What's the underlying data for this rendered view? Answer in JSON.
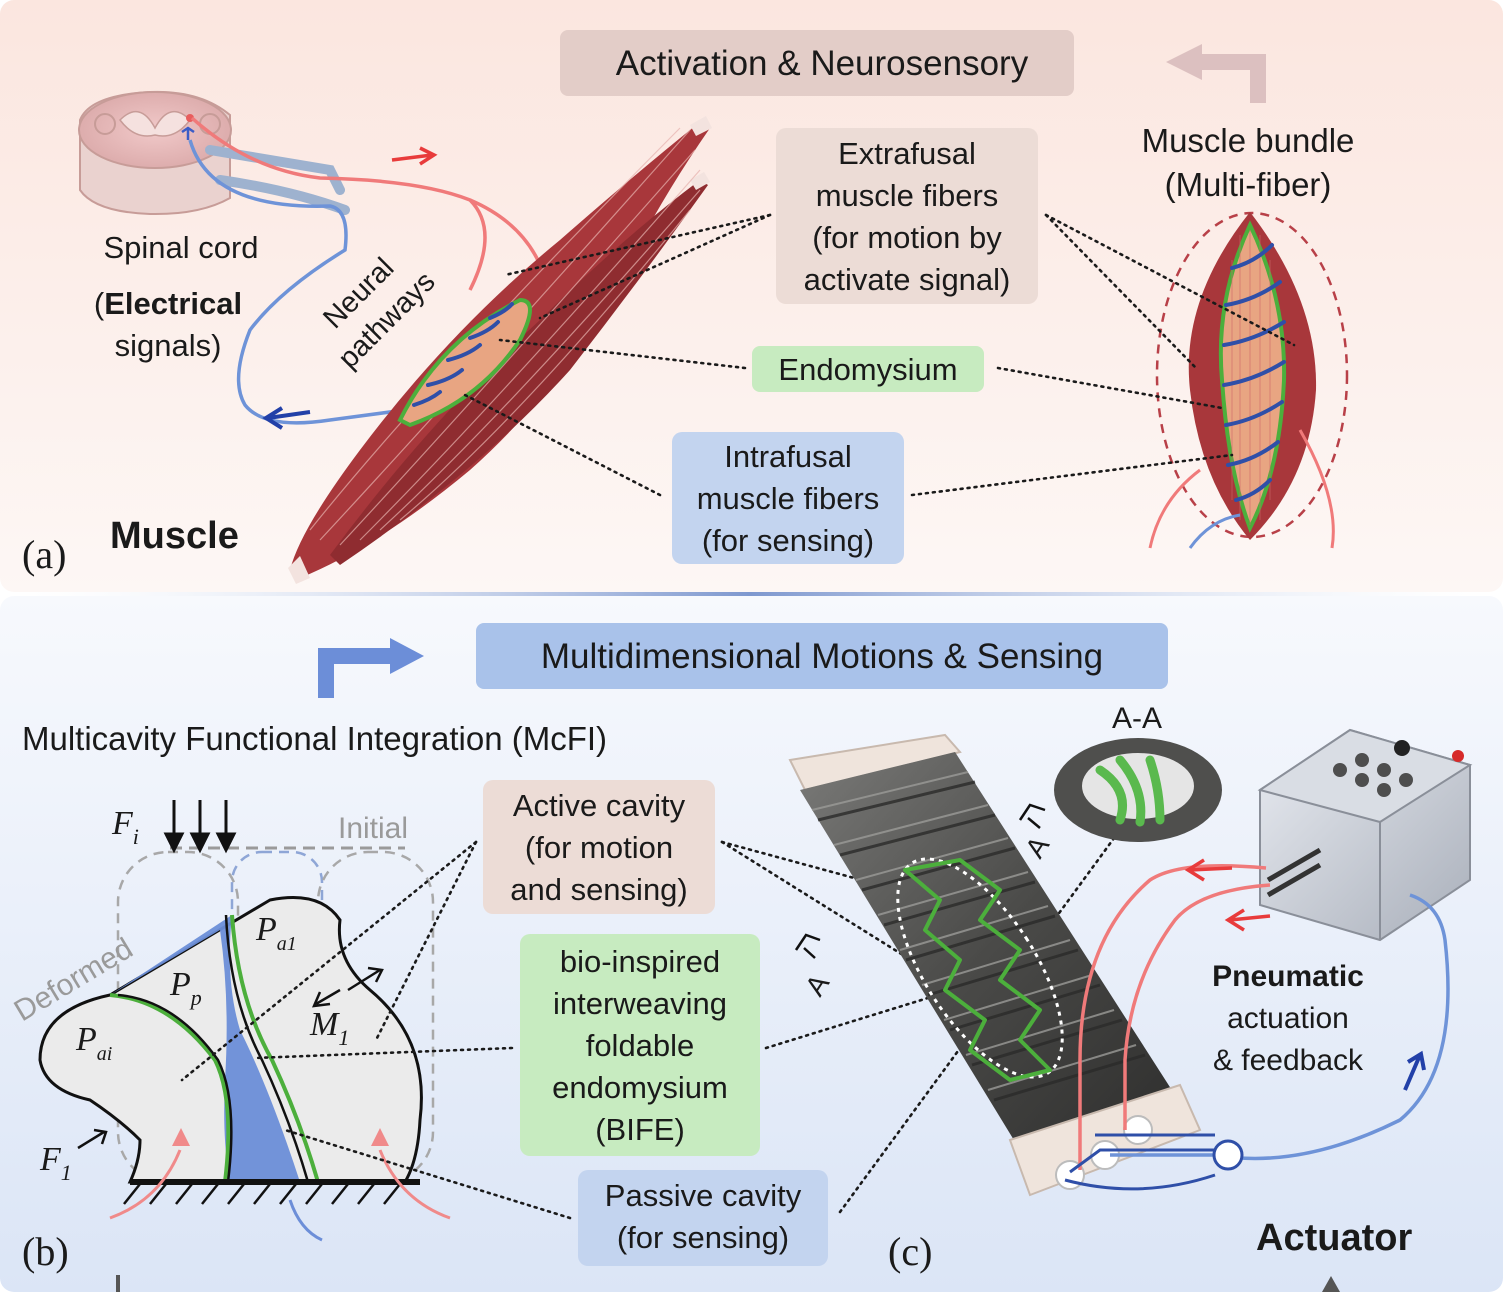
{
  "panel_a": {
    "label": "(a)",
    "title": "Muscle",
    "header": "Activation & Neurosensory",
    "spinal_cord": "Spinal cord",
    "signals_open": "(",
    "signals_bold": "Electrical",
    "signals_line2": "signals)",
    "neural_1": "Neural",
    "neural_2": "pathways",
    "extrafusal": [
      "Extrafusal",
      "muscle fibers",
      "(for motion by",
      "activate signal)"
    ],
    "endomysium": "Endomysium",
    "intrafusal": [
      "Intrafusal",
      "muscle fibers",
      "(for sensing)"
    ],
    "bundle": [
      "Muscle bundle",
      "(Multi-fiber)"
    ]
  },
  "panel_b": {
    "label": "(b)",
    "heading": "Multicavity Functional Integration (McFI)",
    "fi": "F",
    "fi_sub": "i",
    "initial": "Initial",
    "deformed": "Deformed",
    "pp": "P",
    "pp_sub": "p",
    "pa1": "P",
    "pa1_sub": "a1",
    "pai": "P",
    "pai_sub": "ai",
    "m1": "M",
    "m1_sub": "1",
    "f1": "F",
    "f1_sub": "1"
  },
  "panel_c": {
    "label": "(c)",
    "header": "Multidimensional Motions & Sensing",
    "active": [
      "Active cavity",
      "(for motion",
      "and sensing)"
    ],
    "bife": [
      "bio-inspired",
      "interweaving",
      "foldable",
      "endomysium",
      "(BIFE)"
    ],
    "passive": [
      "Passive cavity",
      "(for sensing)"
    ],
    "section": "A-A",
    "section_mark_1": "A",
    "section_mark_2": "A",
    "pneumatic_bold": "Pneumatic",
    "pneumatic_2": "actuation",
    "pneumatic_3": "& feedback",
    "title": "Actuator"
  },
  "colors": {
    "muscle": "#a8373b",
    "fiber": "#e8a582",
    "endomysium": "#4caf3c",
    "intrafusal": "#2f4fa8",
    "nerve_red": "#f07a7a",
    "nerve_blue": "#6e93d8",
    "box_pink": "#ecdcd6",
    "box_green": "#c7ebc0",
    "box_blue": "#c3d4ef",
    "header_pink": "#e3cdc8",
    "header_blue": "#a9c2ea",
    "cavity_blue": "#6c8ed8",
    "grey_body": "#ebebeb"
  }
}
